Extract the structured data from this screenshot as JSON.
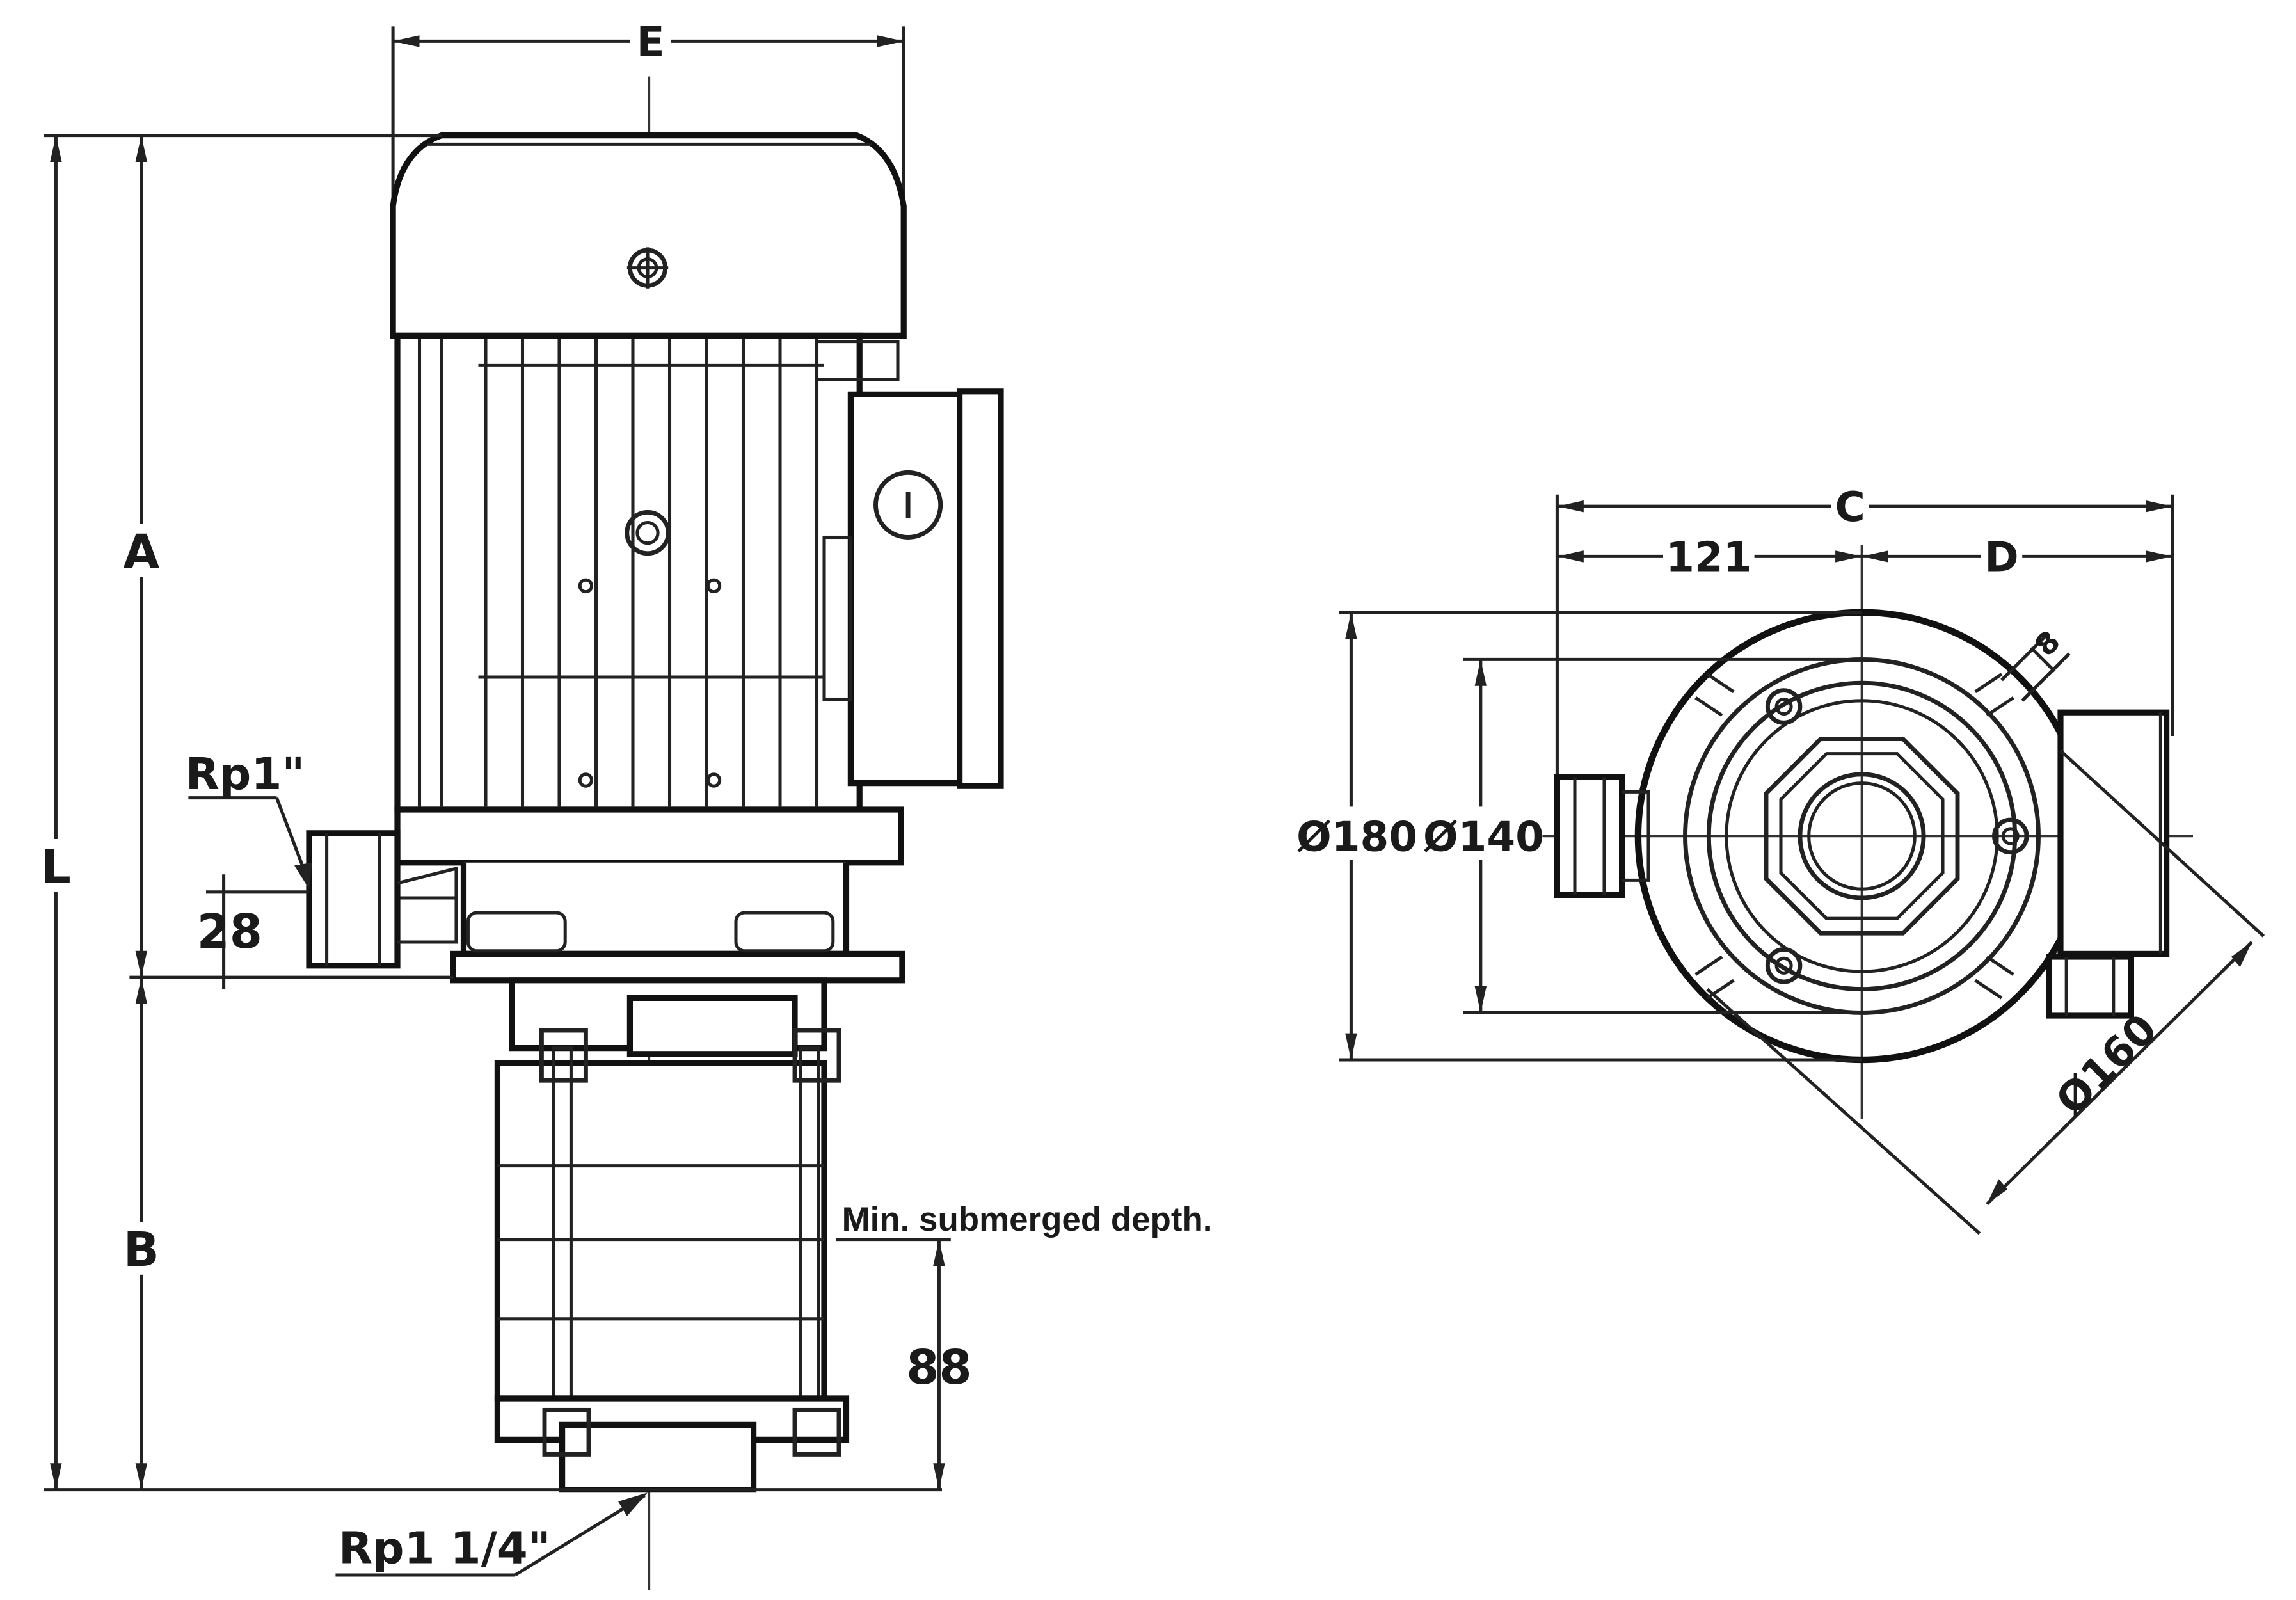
{
  "side_view": {
    "label_E": "E",
    "label_A": "A",
    "label_B": "B",
    "label_L": "L",
    "inlet_label": "Rp1\"",
    "dim_28": "28",
    "dim_88": "88",
    "outlet_label": "Rp1 1/4\"",
    "note_submerged": "Min. submerged depth."
  },
  "top_view": {
    "label_C": "C",
    "dim_121": "121",
    "label_D": "D",
    "dim_8": "8",
    "dia_180": "Ø180",
    "dia_140": "Ø140",
    "dia_160": "Ø160"
  }
}
